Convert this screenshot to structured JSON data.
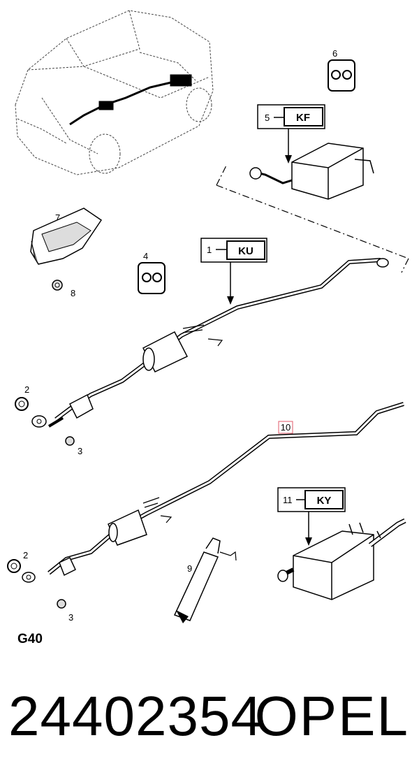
{
  "callouts": {
    "c1": "1",
    "c2a": "2",
    "c2b": "2",
    "c3a": "3",
    "c3b": "3",
    "c4": "4",
    "c5": "5",
    "c6": "6",
    "c7": "7",
    "c8": "8",
    "c9": "9",
    "c10": "10",
    "c11": "11"
  },
  "codes": {
    "ku": "KU",
    "kf": "KF",
    "ky": "KY"
  },
  "section_label": "G40",
  "footer": {
    "part_number": "24402354",
    "brand": "OPEL"
  },
  "colors": {
    "line": "#000000",
    "highlight": "#e05a6a",
    "background": "#ffffff"
  }
}
